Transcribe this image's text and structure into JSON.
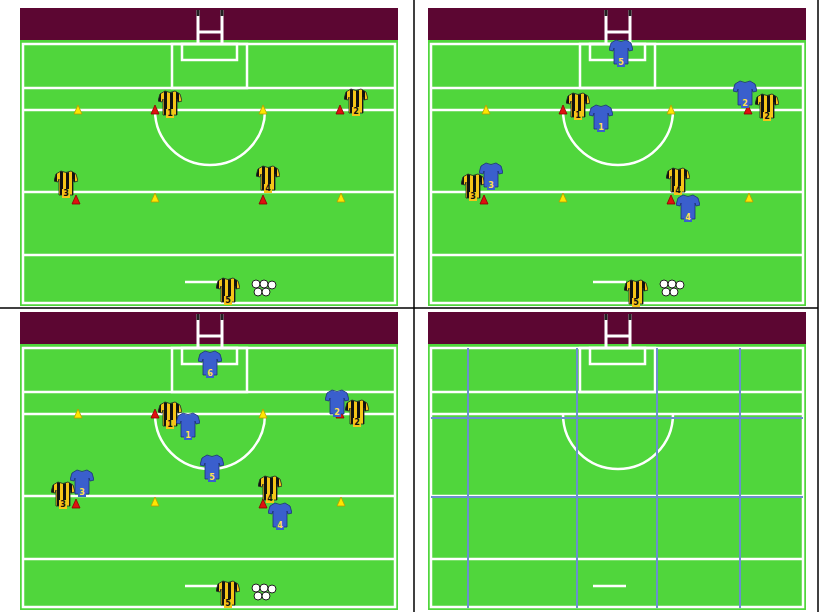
{
  "diagram": {
    "nodes": [
      {
        "text": [
          "1"
        ]
      },
      {
        "text": [
          "2"
        ]
      },
      {
        "text": [
          "3"
        ]
      },
      {
        "text": [
          "4"
        ]
      },
      {
        "text": [
          "5"
        ]
      },
      {
        "text": [
          "1"
        ]
      },
      {
        "text": [
          "2"
        ]
      },
      {
        "text": [
          "3"
        ]
      },
      {
        "text": [
          "4"
        ]
      },
      {
        "text": [
          "5"
        ]
      },
      {
        "text": [
          "5"
        ]
      },
      {
        "text": [
          "1"
        ]
      },
      {
        "text": [
          "2"
        ]
      },
      {
        "text": [
          "3"
        ]
      },
      {
        "text": [
          "4"
        ]
      },
      {
        "text": [
          "1"
        ]
      },
      {
        "text": [
          "2"
        ]
      },
      {
        "text": [
          "3"
        ]
      },
      {
        "text": [
          "4"
        ]
      },
      {
        "text": [
          "5"
        ]
      },
      {
        "text": [
          "6"
        ]
      },
      {
        "text": [
          "1"
        ]
      },
      {
        "text": [
          "2"
        ]
      },
      {
        "text": [
          "3"
        ]
      },
      {
        "text": [
          "5"
        ]
      },
      {
        "text": [
          "4"
        ]
      }
    ]
  }
}
